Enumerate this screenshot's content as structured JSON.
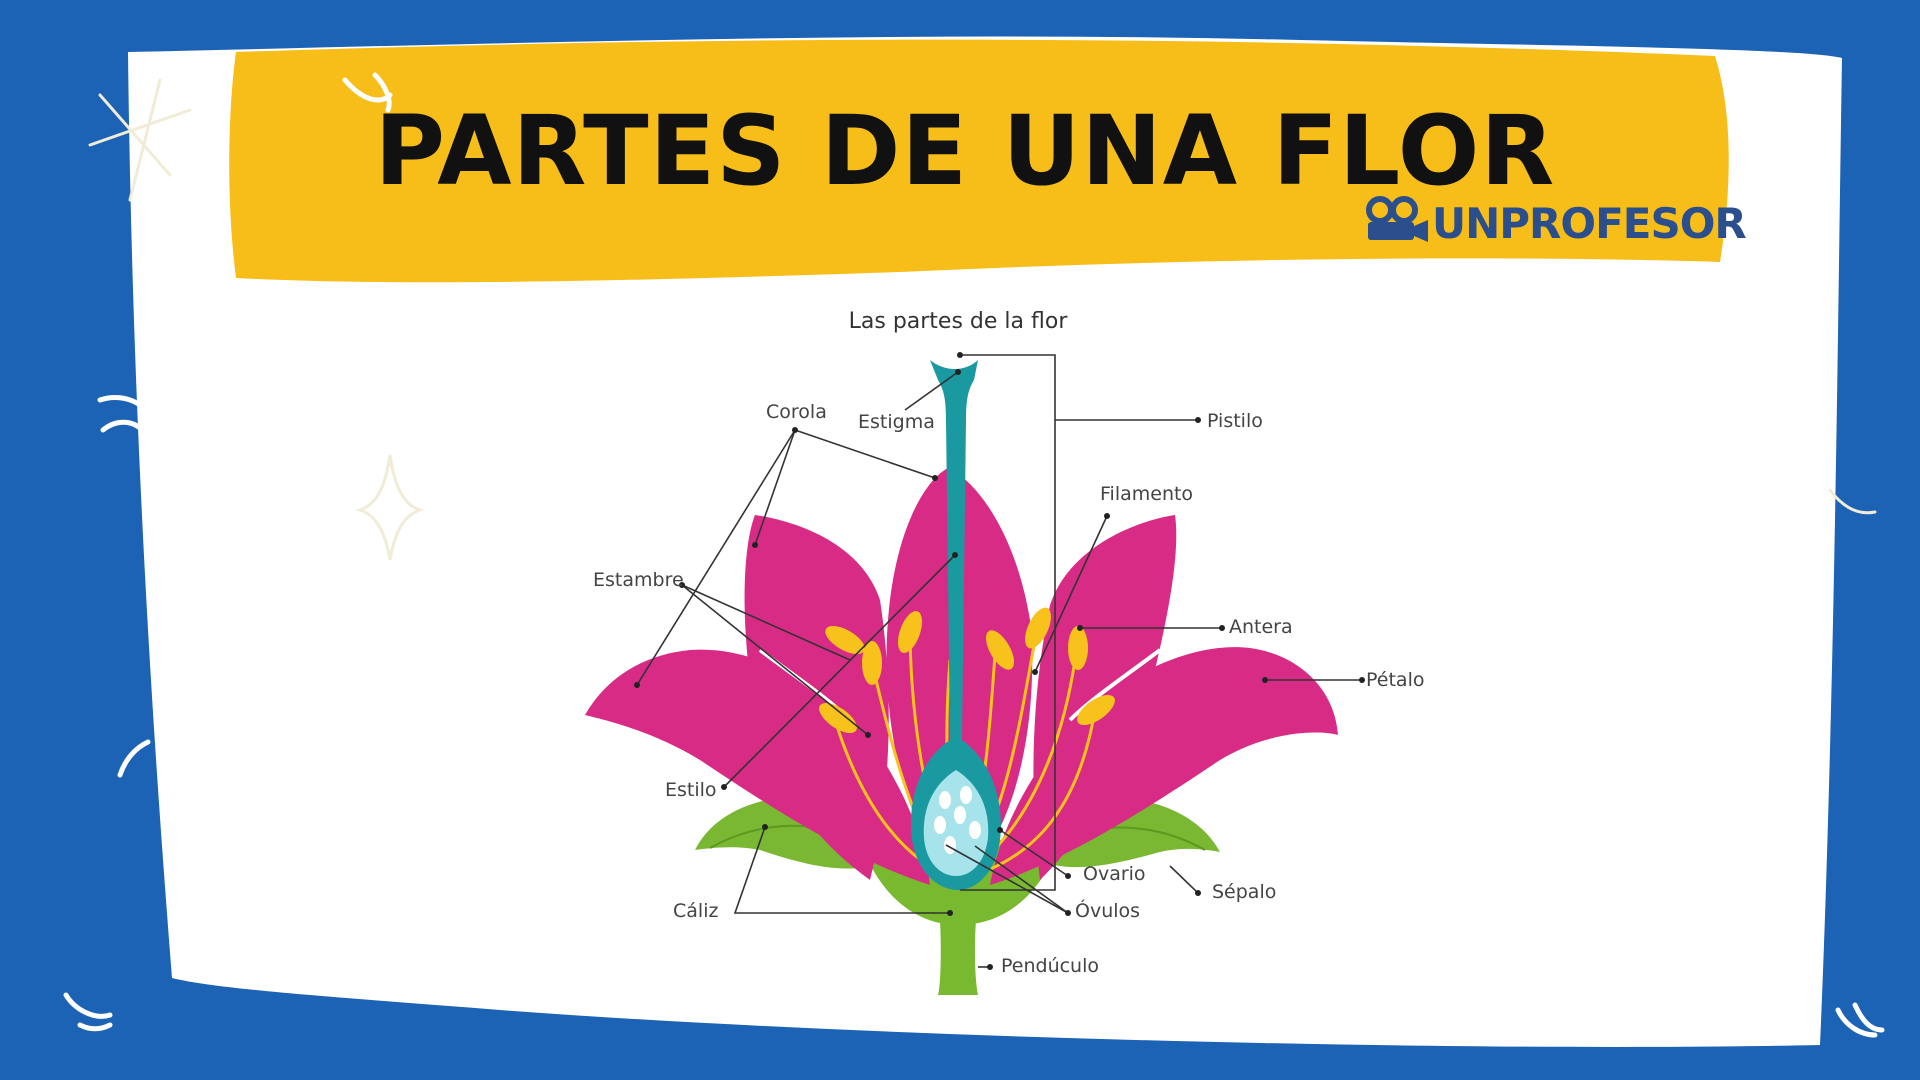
{
  "header": {
    "title": "PARTES DE UNA FLOR",
    "brand": "UNPROFESOR",
    "brand_icon": "film-camera-icon"
  },
  "diagram": {
    "title": "Las partes de la flor",
    "labels": {
      "corola": "Corola",
      "estigma": "Estigma",
      "pistilo": "Pistilo",
      "filamento": "Filamento",
      "estambre": "Estambre",
      "antera": "Antera",
      "petalo": "Pétalo",
      "estilo": "Estilo",
      "ovario": "Ovario",
      "sepalo": "Sépalo",
      "caliz": "Cáliz",
      "ovulos": "Óvulos",
      "penduculo": "Pendúculo"
    }
  },
  "colors": {
    "background": "#1c63b5",
    "banner": "#f7bd18",
    "card": "#ffffff",
    "petal": "#d82b86",
    "pistil": "#1a9aa0",
    "ovary": "#a6e3ea",
    "stamen": "#f7c21b",
    "sepal": "#7ab733",
    "stem": "#79b92f"
  }
}
